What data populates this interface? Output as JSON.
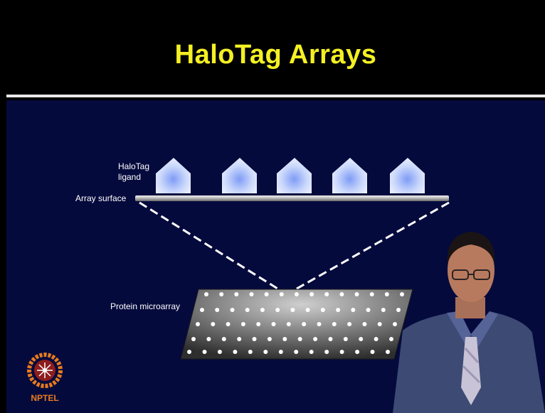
{
  "slide": {
    "title": "HaloTag Arrays",
    "labels": {
      "halotag_ligand": "HaloTag\nligand",
      "array_surface": "Array surface",
      "protein_microarray": "Protein microarray"
    },
    "logo_text": "NPTEL",
    "colors": {
      "title": "#f4f023",
      "background": "#050a3d",
      "header": "#000000",
      "logo": "#e87a1e"
    }
  }
}
